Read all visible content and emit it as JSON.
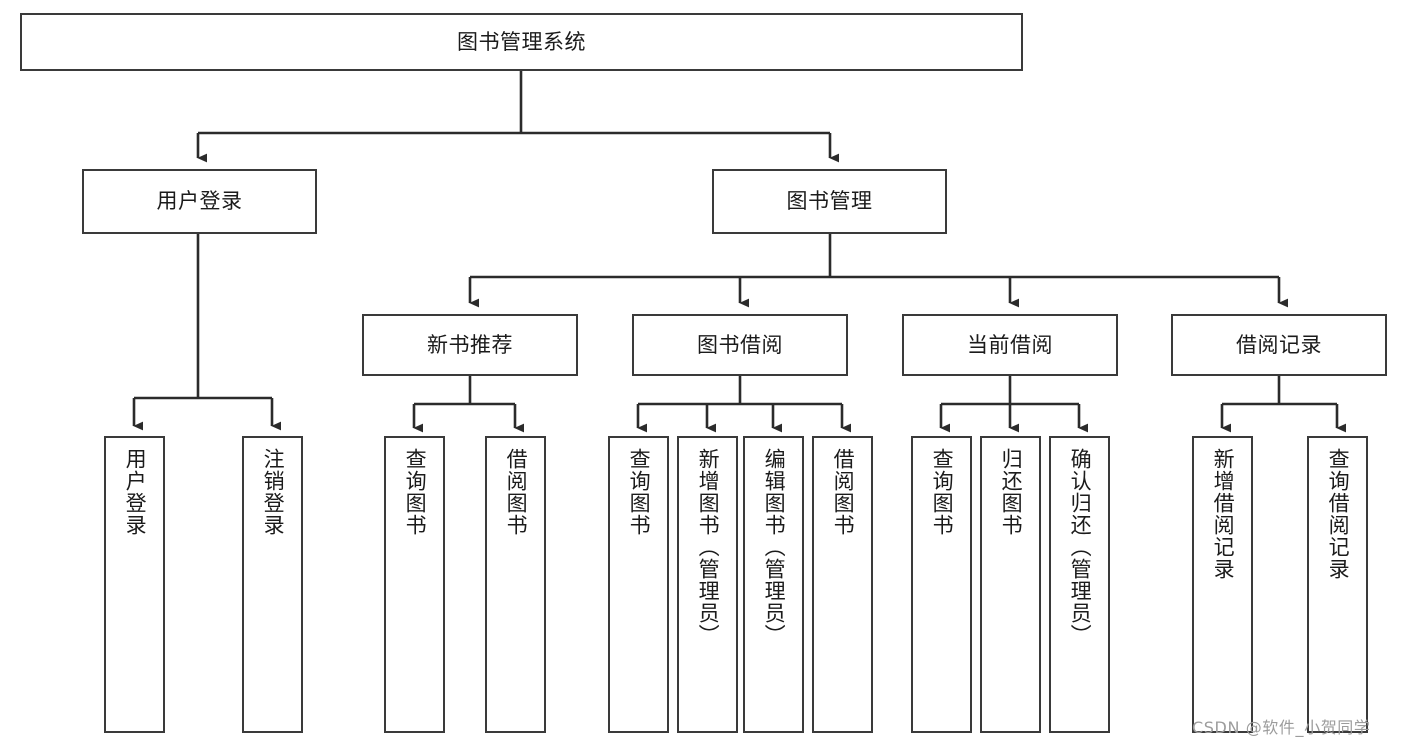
{
  "diagram": {
    "title": "图书管理系统",
    "type": "tree-hierarchy-chart",
    "watermark": "CSDN @软件_小贺同学",
    "colors": {
      "box_border": "#3a3a3a",
      "box_fill": "#ffffff",
      "connector": "#2b2b2b",
      "text": "#1b1b1b",
      "watermark": "#9c9c9c"
    }
  },
  "root": {
    "label": "图书管理系统"
  },
  "level1": [
    {
      "label": "用户登录"
    },
    {
      "label": "图书管理"
    }
  ],
  "level2": [
    {
      "label": "新书推荐"
    },
    {
      "label": "图书借阅"
    },
    {
      "label": "当前借阅"
    },
    {
      "label": "借阅记录"
    }
  ],
  "leaves": {
    "user_login": [
      {
        "label": "用户登录"
      },
      {
        "label": "注销登录"
      }
    ],
    "new_book_recommend": [
      {
        "label": "查询图书"
      },
      {
        "label": "借阅图书"
      }
    ],
    "book_borrow": [
      {
        "label": "查询图书"
      },
      {
        "label": "新增图书（管理员）"
      },
      {
        "label": "编辑图书（管理员）"
      },
      {
        "label": "借阅图书"
      }
    ],
    "current_borrow": [
      {
        "label": "查询图书"
      },
      {
        "label": "归还图书"
      },
      {
        "label": "确认归还（管理员）"
      }
    ],
    "borrow_record": [
      {
        "label": "新增借阅记录"
      },
      {
        "label": "查询借阅记录"
      }
    ]
  }
}
